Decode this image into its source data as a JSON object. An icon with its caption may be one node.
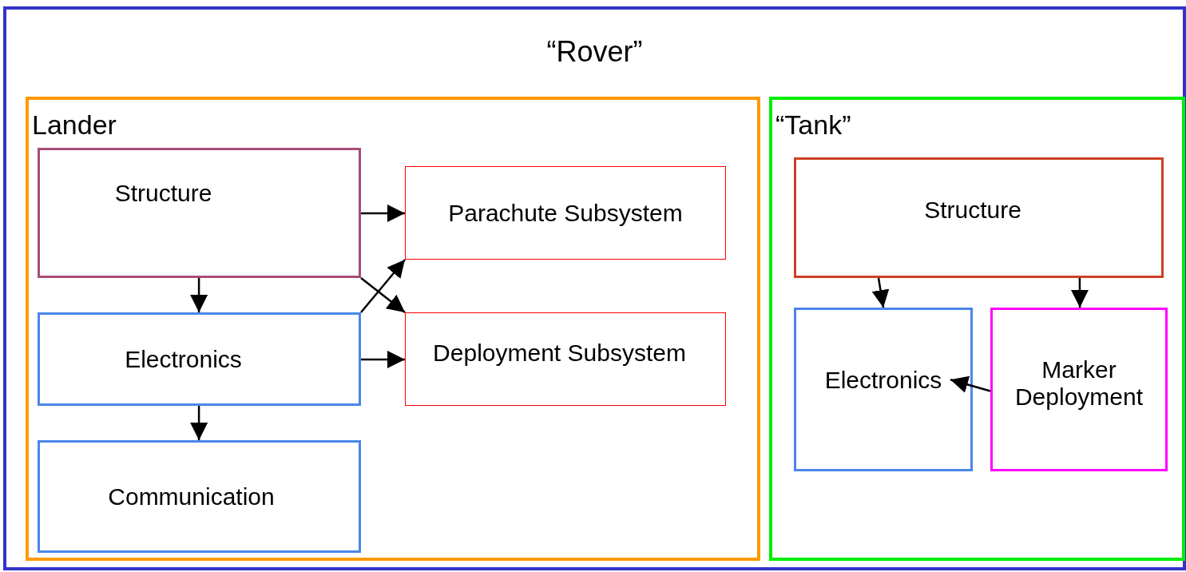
{
  "diagram": {
    "nodes": [
      {
        "text": [
          "“Rover”"
        ]
      },
      {
        "text": [
          "Lander"
        ],
        "in": 0
      },
      {
        "text": [
          "Structure"
        ],
        "in": 1
      },
      {
        "text": [
          "Parachute Subsystem"
        ],
        "in": 1
      },
      {
        "text": [
          "Electronics"
        ],
        "in": 1
      },
      {
        "text": [
          "Deployment Subsystem"
        ],
        "in": 1
      },
      {
        "text": [
          "Communication"
        ],
        "in": 1
      },
      {
        "text": [
          "“Tank”"
        ],
        "in": 0
      },
      {
        "text": [
          "Structure"
        ],
        "in": 7
      },
      {
        "text": [
          "Electronics"
        ],
        "in": 7
      },
      {
        "text": [
          "Marker Deployment"
        ],
        "in": 7
      }
    ],
    "edges": [
      {
        "from": 2,
        "to": 3,
        "arrow": "to"
      },
      {
        "from": 2,
        "to": 4,
        "arrow": "to"
      },
      {
        "from": 2,
        "to": 5,
        "arrow": "to"
      },
      {
        "from": 4,
        "to": 3,
        "arrow": "to"
      },
      {
        "from": 4,
        "to": 5,
        "arrow": "to"
      },
      {
        "from": 4,
        "to": 6,
        "arrow": "to"
      },
      {
        "from": 8,
        "to": 9,
        "arrow": "to"
      },
      {
        "from": 8,
        "to": 10,
        "arrow": "to"
      },
      {
        "from": 10,
        "to": 9,
        "arrow": "to"
      }
    ]
  }
}
